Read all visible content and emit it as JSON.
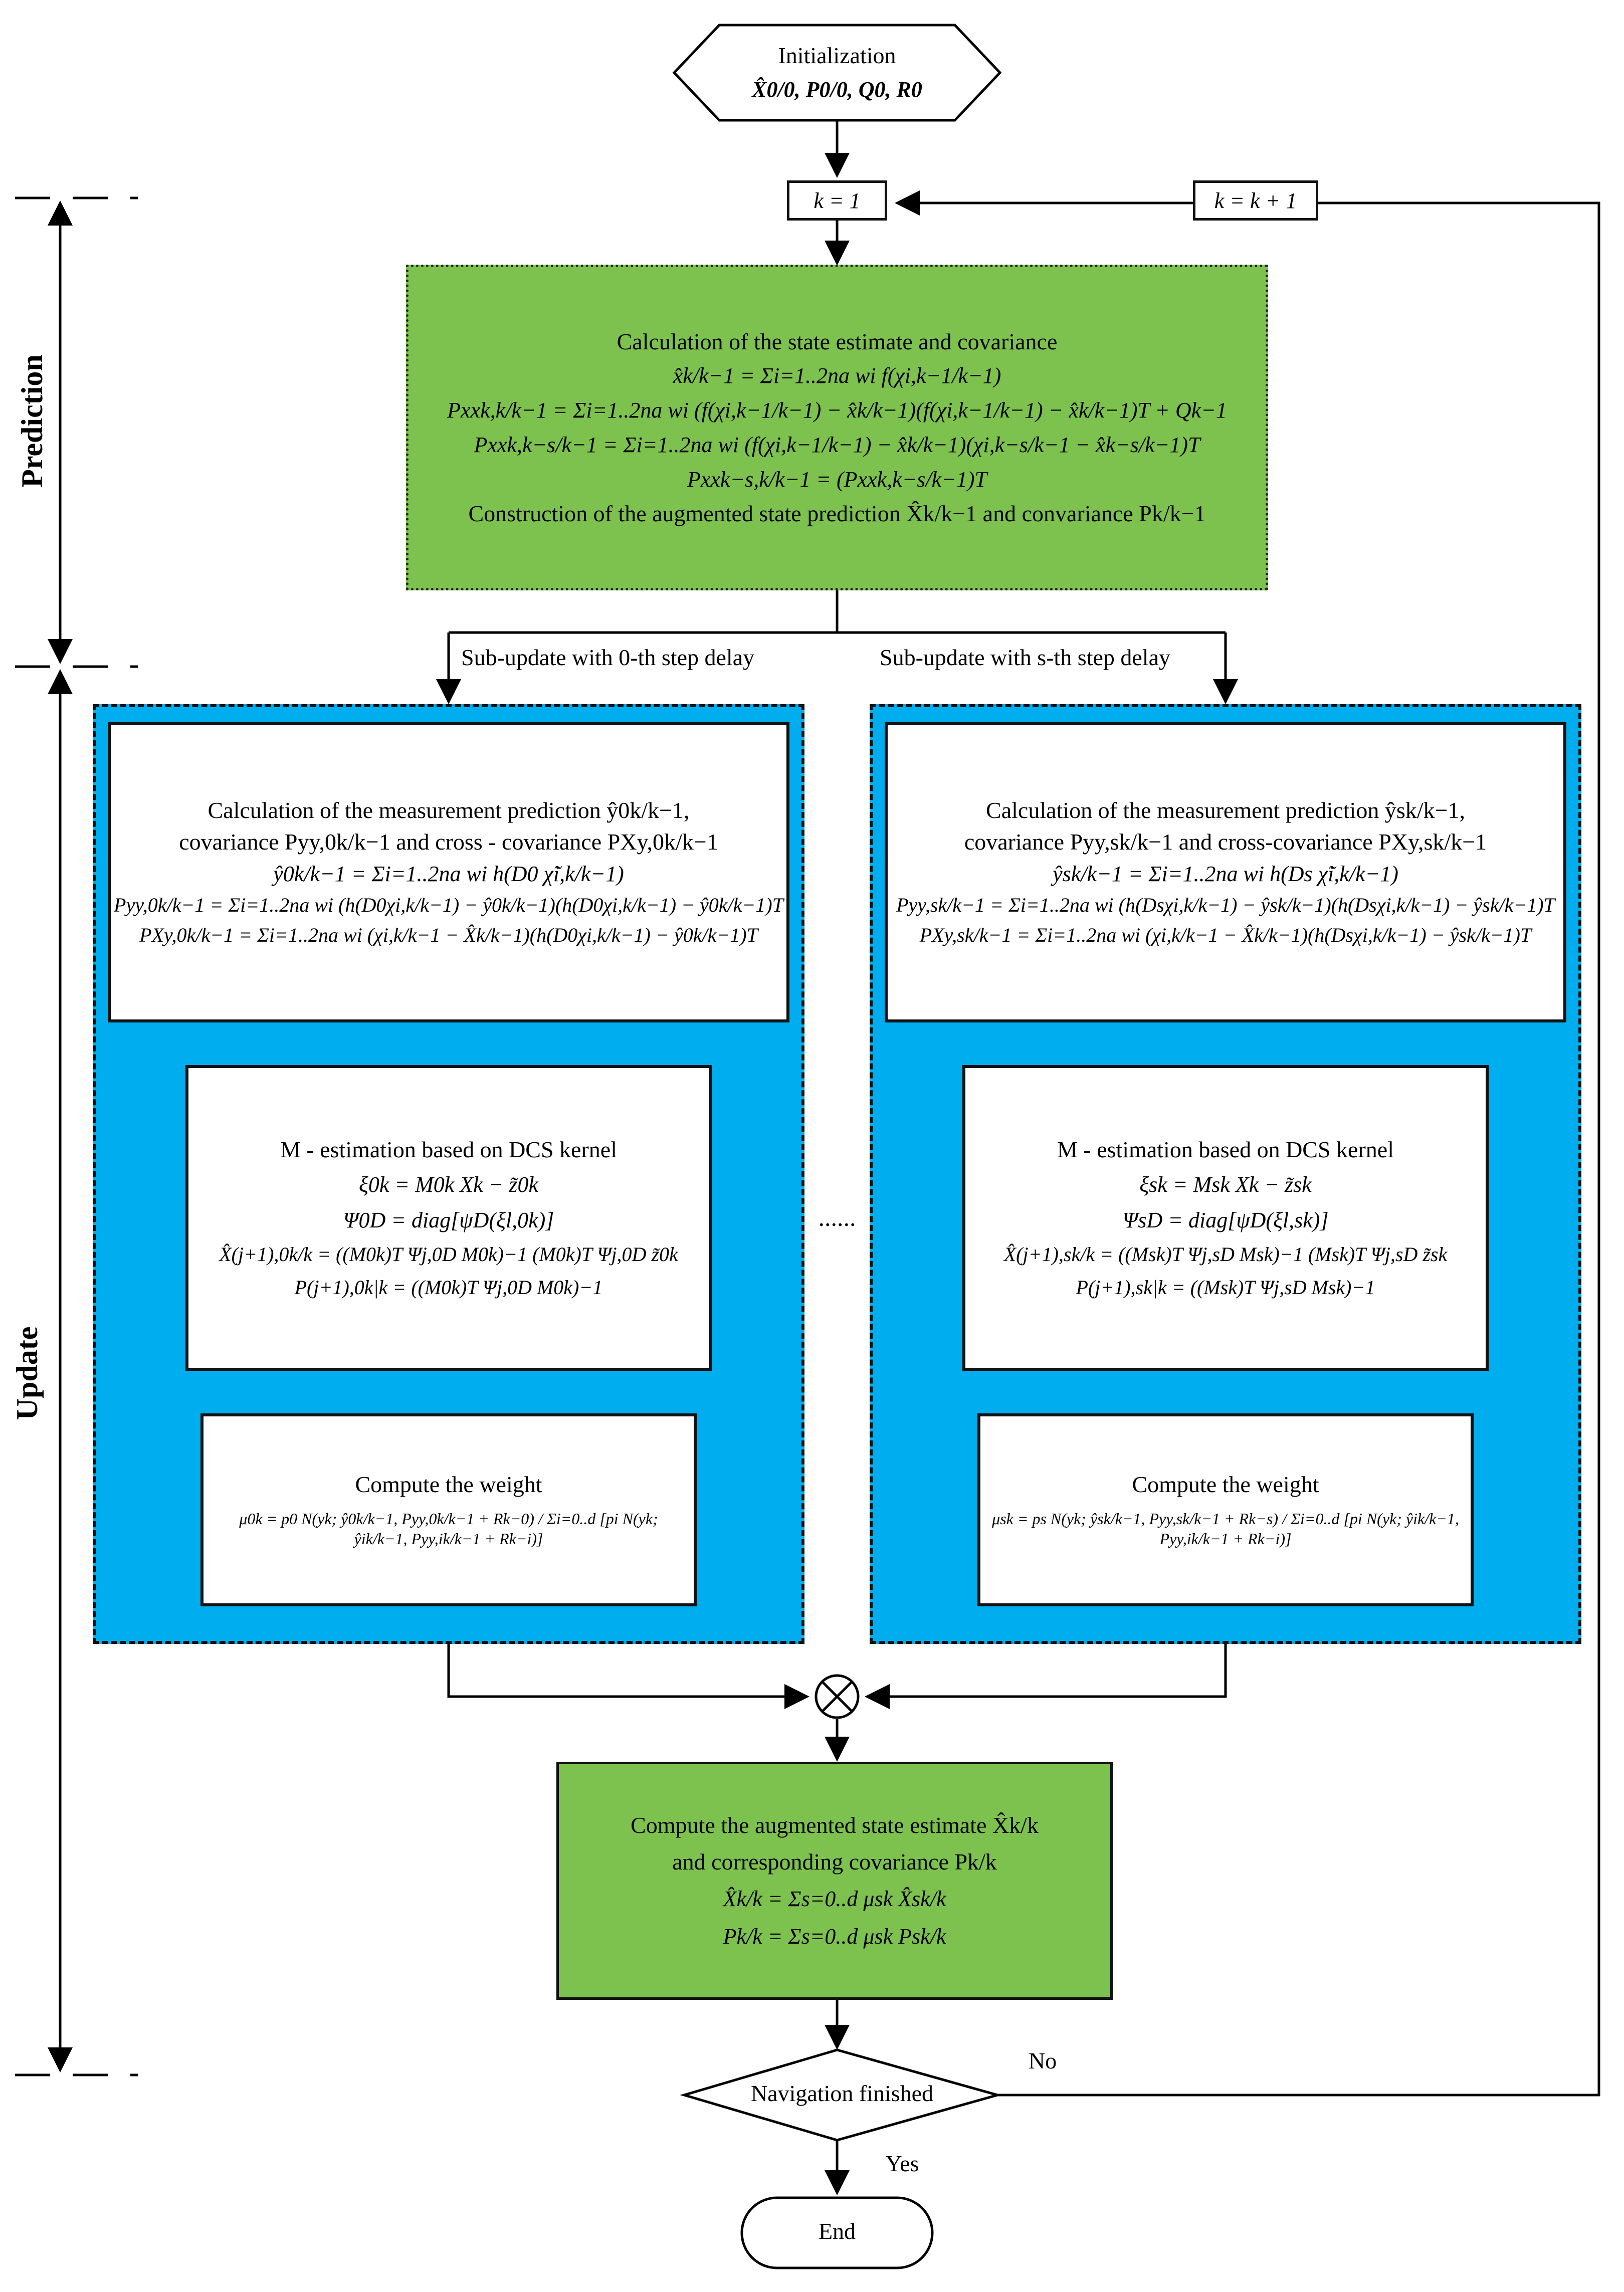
{
  "start": {
    "title": "Initialization",
    "params": "X̂0/0, P0/0, Q0, R0"
  },
  "counter": {
    "init": "k = 1",
    "increment": "k = k + 1"
  },
  "side_labels": {
    "prediction": "Prediction",
    "update": "Update"
  },
  "prediction": {
    "title": "Calculation of the state estimate and covariance",
    "eq1": "x̂k/k−1 = Σi=1..2na wi f(χi,k−1/k−1)",
    "eq2": "Pxxk,k/k−1 = Σi=1..2na wi (f(χi,k−1/k−1) − x̂k/k−1)(f(χi,k−1/k−1) − x̂k/k−1)T + Qk−1",
    "eq3": "Pxxk,k−s/k−1 = Σi=1..2na wi (f(χi,k−1/k−1) − x̂k/k−1)(χi,k−s/k−1 − x̂k−s/k−1)T",
    "eq4": "Pxxk−s,k/k−1 = (Pxxk,k−s/k−1)T",
    "footer": "Construction of the augmented state prediction X̂k/k−1 and convariance Pk/k−1"
  },
  "branches": {
    "left_label": "Sub-update with 0-th step delay",
    "right_label": "Sub-update with s-th step delay",
    "ellipsis": "......"
  },
  "left": {
    "meas_title1": "Calculation of the measurement prediction ŷ0k/k−1,",
    "meas_title2": "covariance Pyy,0k/k−1 and cross - covariance PXy,0k/k−1",
    "meas_eq1": "ŷ0k/k−1 = Σi=1..2na wi h(D0 χ̃i,k/k−1)",
    "meas_eq2": "Pyy,0k/k−1 = Σi=1..2na wi (h(D0χi,k/k−1) − ŷ0k/k−1)(h(D0χi,k/k−1) − ŷ0k/k−1)T",
    "meas_eq3": "PXy,0k/k−1 = Σi=1..2na wi (χi,k/k−1 − X̂k/k−1)(h(D0χi,k/k−1) − ŷ0k/k−1)T",
    "m_title": "M - estimation based on DCS kernel",
    "m_eq1": "ξ0k = M0k Xk − z̃0k",
    "m_eq2": "Ψ0D = diag[ψD(ξl,0k)]",
    "m_eq3": "X̂(j+1),0k/k = ((M0k)T Ψj,0D M0k)−1 (M0k)T Ψj,0D z̃0k",
    "m_eq4": "P(j+1),0k|k = ((M0k)T Ψj,0D M0k)−1",
    "w_title": "Compute the weight",
    "w_eq": "μ0k = p0 N(yk; ŷ0k/k−1, Pyy,0k/k−1 + Rk−0) / Σi=0..d [pi N(yk; ŷik/k−1, Pyy,ik/k−1 + Rk−i)]"
  },
  "right": {
    "meas_title1": "Calculation of the measurement prediction ŷsk/k−1,",
    "meas_title2": "covariance Pyy,sk/k−1 and cross-covariance PXy,sk/k−1",
    "meas_eq1": "ŷsk/k−1 = Σi=1..2na wi h(Ds χ̃i,k/k−1)",
    "meas_eq2": "Pyy,sk/k−1 = Σi=1..2na wi (h(Dsχi,k/k−1) − ŷsk/k−1)(h(Dsχi,k/k−1) − ŷsk/k−1)T",
    "meas_eq3": "PXy,sk/k−1 = Σi=1..2na wi (χi,k/k−1 − X̂k/k−1)(h(Dsχi,k/k−1) − ŷsk/k−1)T",
    "m_title": "M - estimation based on DCS kernel",
    "m_eq1": "ξsk = Msk Xk − z̃sk",
    "m_eq2": "ΨsD = diag[ψD(ξl,sk)]",
    "m_eq3": "X̂(j+1),sk/k = ((Msk)T Ψj,sD Msk)−1 (Msk)T Ψj,sD z̃sk",
    "m_eq4": "P(j+1),sk|k = ((Msk)T Ψj,sD Msk)−1",
    "w_title": "Compute the weight",
    "w_eq": "μsk = ps N(yk; ŷsk/k−1, Pyy,sk/k−1 + Rk−s) / Σi=0..d [pi N(yk; ŷik/k−1, Pyy,ik/k−1 + Rk−i)]"
  },
  "combine": {
    "symbol": "⊗",
    "title1": "Compute the augmented state estimate X̂k/k",
    "title2": "and corresponding covariance Pk/k",
    "eq1": "X̂k/k = Σs=0..d μsk X̂sk/k",
    "eq2": "Pk/k = Σs=0..d μsk Psk/k"
  },
  "decision": {
    "text": "Navigation finished",
    "no": "No",
    "yes": "Yes"
  },
  "end": {
    "text": "End"
  }
}
